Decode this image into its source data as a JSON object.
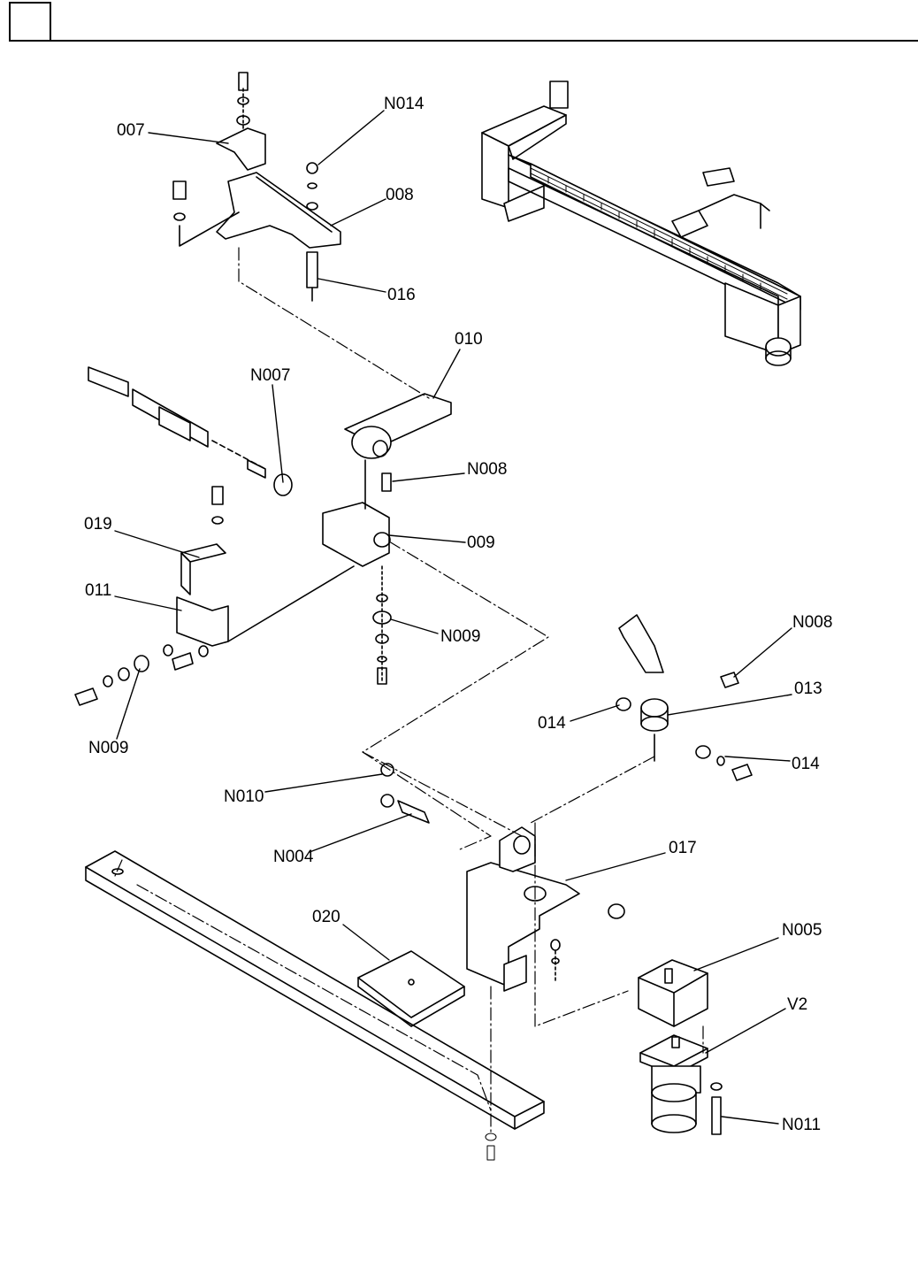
{
  "header": {
    "box_text": "",
    "title": ""
  },
  "callouts": [
    {
      "id": "c007",
      "text": "007"
    },
    {
      "id": "c014a",
      "text": "N014"
    },
    {
      "id": "c008",
      "text": "008"
    },
    {
      "id": "c016",
      "text": "016"
    },
    {
      "id": "c010",
      "text": "010"
    },
    {
      "id": "cN007",
      "text": "N007"
    },
    {
      "id": "cN008a",
      "text": "N008"
    },
    {
      "id": "c019",
      "text": "019"
    },
    {
      "id": "c009",
      "text": "009"
    },
    {
      "id": "c011",
      "text": "011"
    },
    {
      "id": "cN009a",
      "text": "N009"
    },
    {
      "id": "cN009b",
      "text": "N009"
    },
    {
      "id": "cN008b",
      "text": "N008"
    },
    {
      "id": "c013",
      "text": "013"
    },
    {
      "id": "c014l",
      "text": "014"
    },
    {
      "id": "c014r",
      "text": "014"
    },
    {
      "id": "cN010",
      "text": "N010"
    },
    {
      "id": "cN004",
      "text": "N004"
    },
    {
      "id": "c017",
      "text": "017"
    },
    {
      "id": "c020",
      "text": "020"
    },
    {
      "id": "cN005",
      "text": "N005"
    },
    {
      "id": "cV2",
      "text": "V2"
    },
    {
      "id": "cN011",
      "text": "N011"
    }
  ]
}
